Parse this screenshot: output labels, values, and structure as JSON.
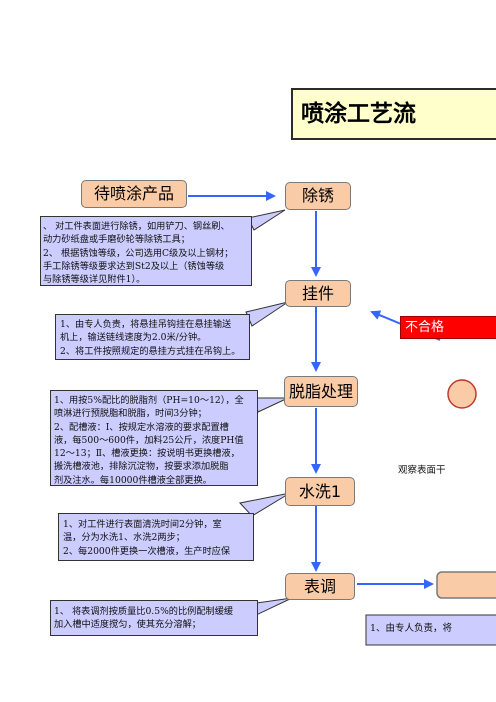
{
  "title": "喷涂工艺流",
  "steps": {
    "start": "待喷涂产品",
    "derust": "除锈",
    "hang": "挂件",
    "degrease": "脱脂处理",
    "wash1": "水洗1",
    "condition": "表调"
  },
  "reject_label": "不合格",
  "observe_text": "观察表面干",
  "notes": {
    "derust": [
      "、 对工件表面进行除锈，如用铲刀、钢丝刷、",
      "动力砂纸盘或手磨砂轮等除锈工具；",
      "2、  根据锈蚀等级，公司选用C级及以上钢材；",
      "  手工除锈等级要求达到St2及以上（锈蚀等级",
      "  与除锈等级详见附件1）。"
    ],
    "hang": [
      "1、由专人负责，将悬挂吊钩挂在悬挂输送",
      "机上，输送链线速度为2.0米/分钟。",
      "2、将工件按照规定的悬挂方式挂在吊钩上。"
    ],
    "degrease": [
      "1、用按5%配比的脱脂剂（PH=10～12），全",
      "喷淋进行预脱脂和脱脂，时间3分钟；",
      "2、配槽液：Ⅰ、按规定水溶液的要求配置槽",
      "液，每500～600件，加料25公斤，浓度PH值",
      "12～13；Ⅱ、槽液更换：按说明书更换槽液，",
      "搬洗槽液池，排除沉淀物，按要求添加脱脂",
      "剂及注水。每10000件槽液全部更换。"
    ],
    "wash1": [
      "1、对工件进行表面清洗时间2分钟，室",
      "温，分为水洗1、水洗2两步；",
      "2、每2000件更换一次槽液，生产时应保"
    ],
    "condition": [
      "1、  将表调剂按质量比0.5%的比例配制缓缓",
      "加入槽中适度搅匀，使其充分溶解；"
    ],
    "right": [
      "1、由专人负责，将"
    ]
  },
  "colors": {
    "process_fill": "#f9cba6",
    "note_fill": "#ccccff",
    "title_fill": "#ffffcc",
    "arrow": "#3366ff",
    "reject": "#ff0000"
  }
}
